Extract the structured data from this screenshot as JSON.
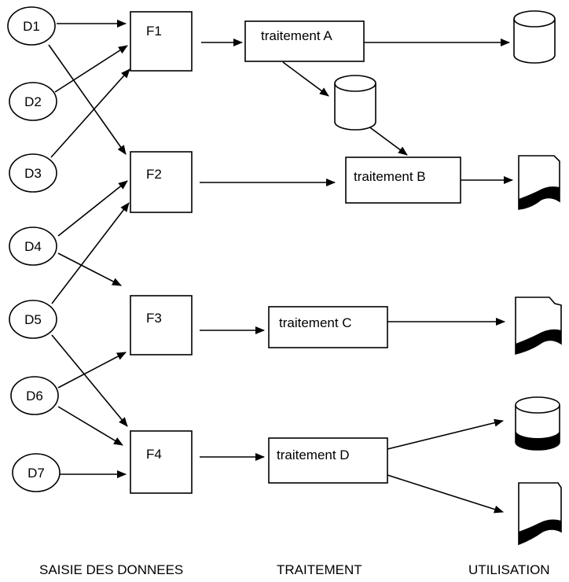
{
  "inputs": [
    {
      "id": "D1",
      "label": "D1"
    },
    {
      "id": "D2",
      "label": "D2"
    },
    {
      "id": "D3",
      "label": "D3"
    },
    {
      "id": "D4",
      "label": "D4"
    },
    {
      "id": "D5",
      "label": "D5"
    },
    {
      "id": "D6",
      "label": "D6"
    },
    {
      "id": "D7",
      "label": "D7"
    }
  ],
  "files": [
    {
      "id": "F1",
      "label": "F1"
    },
    {
      "id": "F2",
      "label": "F2"
    },
    {
      "id": "F3",
      "label": "F3"
    },
    {
      "id": "F4",
      "label": "F4"
    }
  ],
  "treatments": [
    {
      "id": "A",
      "label": "traitement A"
    },
    {
      "id": "B",
      "label": "traitement B"
    },
    {
      "id": "C",
      "label": "traitement C"
    },
    {
      "id": "D",
      "label": "traitement D"
    }
  ],
  "outputs": [
    {
      "id": "out-A",
      "kind": "database"
    },
    {
      "id": "store-AB",
      "kind": "database"
    },
    {
      "id": "out-B",
      "kind": "document"
    },
    {
      "id": "out-C",
      "kind": "document"
    },
    {
      "id": "out-D1",
      "kind": "database"
    },
    {
      "id": "out-D2",
      "kind": "document"
    }
  ],
  "edges": [
    {
      "from": "D1",
      "to": "F1"
    },
    {
      "from": "D1",
      "to": "F2"
    },
    {
      "from": "D2",
      "to": "F1"
    },
    {
      "from": "D3",
      "to": "F1"
    },
    {
      "from": "D4",
      "to": "F2"
    },
    {
      "from": "D4",
      "to": "F3"
    },
    {
      "from": "D5",
      "to": "F2"
    },
    {
      "from": "D5",
      "to": "F4"
    },
    {
      "from": "D6",
      "to": "F3"
    },
    {
      "from": "D6",
      "to": "F4"
    },
    {
      "from": "D7",
      "to": "F4"
    },
    {
      "from": "F1",
      "to": "A"
    },
    {
      "from": "F2",
      "to": "B"
    },
    {
      "from": "F3",
      "to": "C"
    },
    {
      "from": "F4",
      "to": "D"
    },
    {
      "from": "A",
      "to": "out-A"
    },
    {
      "from": "A",
      "to": "store-AB"
    },
    {
      "from": "store-AB",
      "to": "B"
    },
    {
      "from": "B",
      "to": "out-B"
    },
    {
      "from": "C",
      "to": "out-C"
    },
    {
      "from": "D",
      "to": "out-D1"
    },
    {
      "from": "D",
      "to": "out-D2"
    }
  ],
  "columns": {
    "input": "SAISIE DES DONNEES",
    "processing": "TRAITEMENT",
    "output": "UTILISATION"
  },
  "colors": {
    "ink": "#000000",
    "background": "#ffffff"
  }
}
